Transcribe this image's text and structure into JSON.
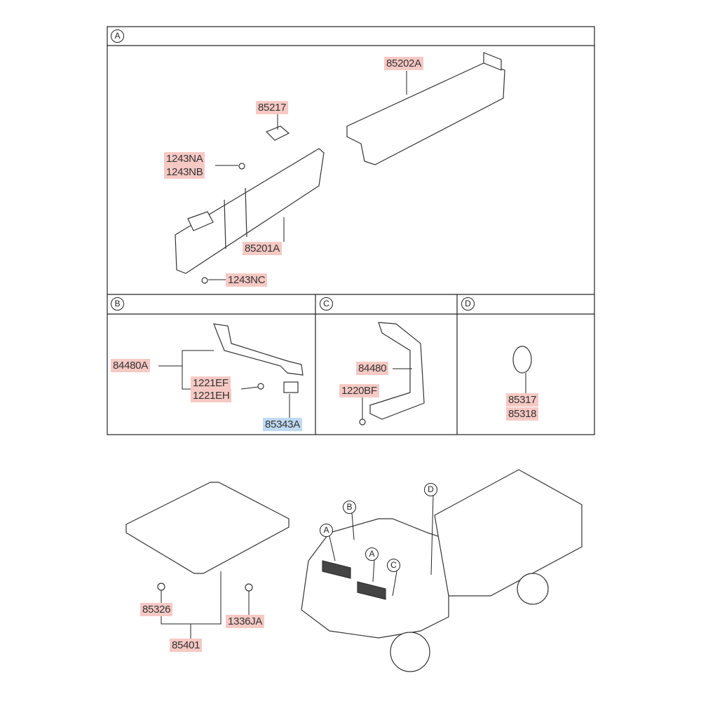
{
  "sections": {
    "a": {
      "marker": "A",
      "parts": [
        "85202A",
        "85217",
        "1243NA",
        "1243NB",
        "85201A",
        "1243NC"
      ]
    },
    "b": {
      "marker": "B",
      "parts": [
        "84480A",
        "1221EF",
        "1221EH",
        "85343A"
      ]
    },
    "c": {
      "marker": "C",
      "parts": [
        "84480",
        "1220BF"
      ]
    },
    "d": {
      "marker": "D",
      "parts": [
        "85317",
        "85318"
      ]
    }
  },
  "lower": {
    "parts": [
      "85326",
      "1336JA",
      "85401"
    ]
  },
  "truck_markers": [
    "A",
    "B",
    "A",
    "C",
    "D"
  ],
  "colors": {
    "part_highlight": "#f6c9c4",
    "selected_highlight": "#bfd9f2"
  }
}
